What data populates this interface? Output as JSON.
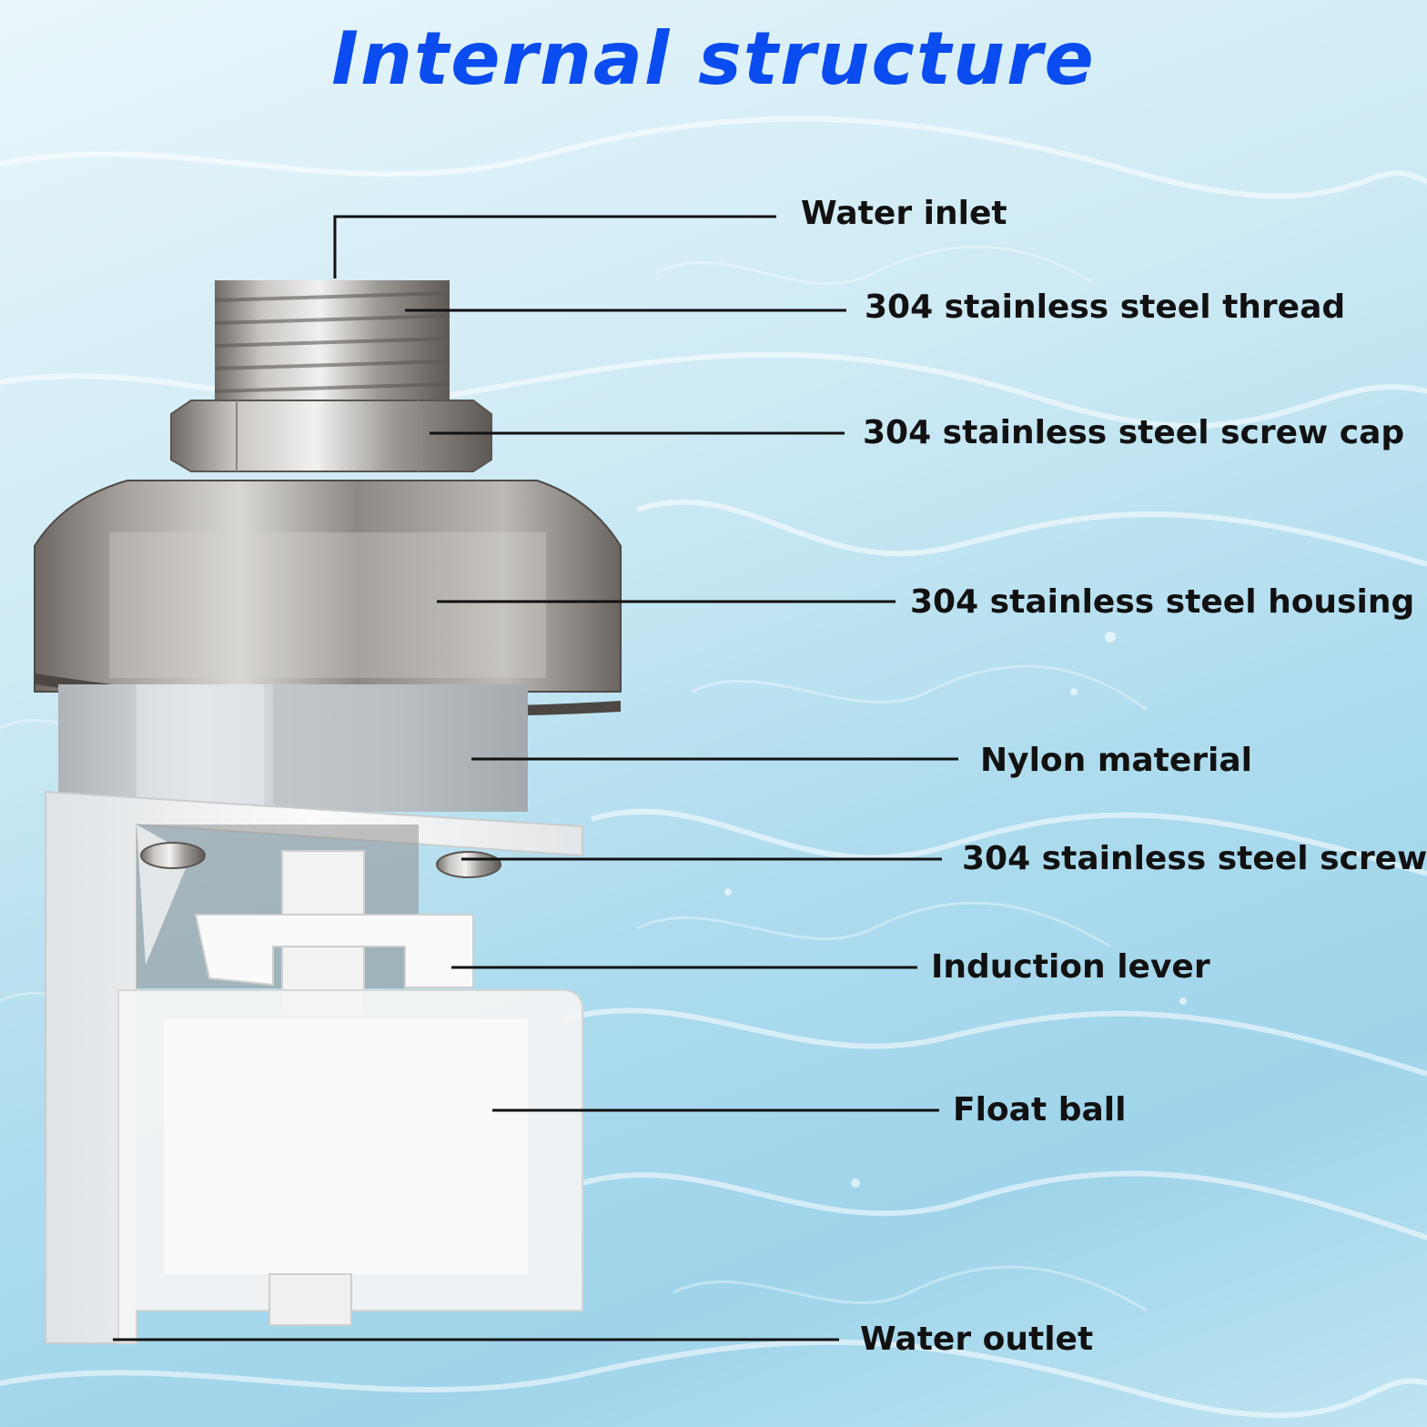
{
  "title": "Internal structure",
  "labels": {
    "water_inlet": "Water inlet",
    "thread": "304 stainless steel thread",
    "screw_cap": "304 stainless steel screw cap",
    "housing": "304 stainless steel housing",
    "nylon": "Nylon material",
    "screw": "304 stainless steel screw",
    "induction_lever": "Induction lever",
    "float_ball": "Float ball",
    "water_outlet": "Water outlet"
  },
  "colors": {
    "title": "#0a4cf0",
    "label_text": "#111111",
    "leader_line": "#111111"
  }
}
